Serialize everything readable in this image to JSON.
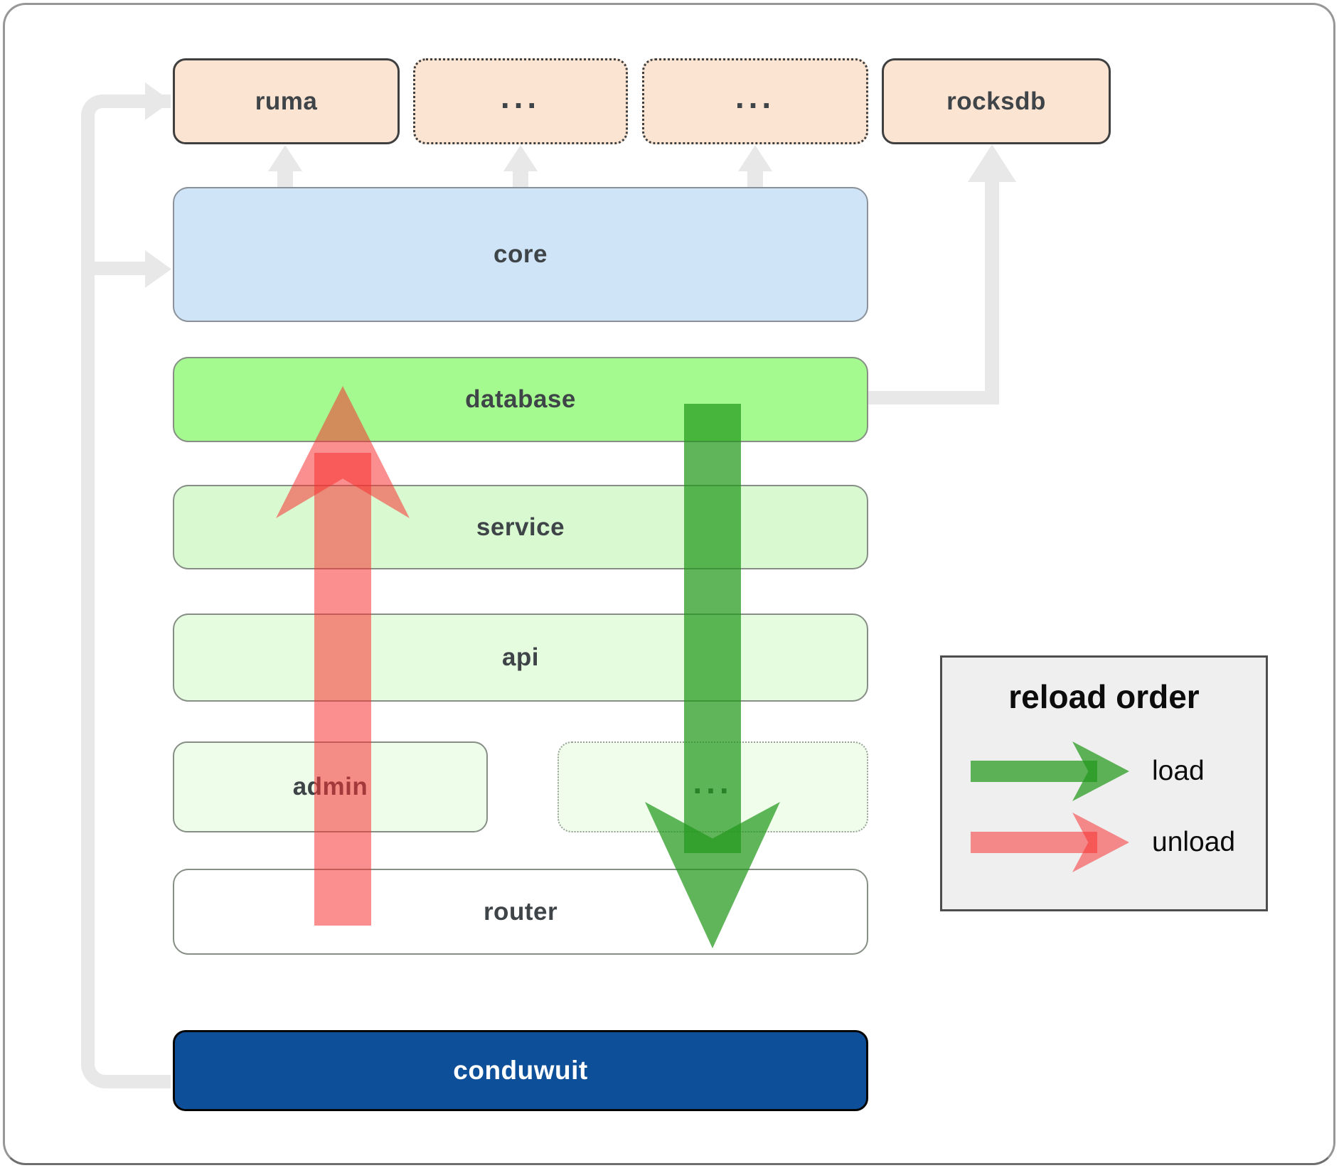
{
  "nodes": {
    "ruma": "ruma",
    "external_more_left": "...",
    "external_more_right": "...",
    "rocksdb": "rocksdb",
    "core": "core",
    "database": "database",
    "service": "service",
    "api": "api",
    "admin": "admin",
    "admin_more": "...",
    "router": "router",
    "conduwuit": "conduwuit"
  },
  "legend": {
    "title": "reload order",
    "items": [
      {
        "label": "load",
        "color": "rgba(34,152,28,0.72)"
      },
      {
        "label": "unload",
        "color": "rgba(248,49,49,0.55)"
      }
    ]
  },
  "colors": {
    "external_fill": "#fce4d2",
    "external_border": "#3f3f3f",
    "core_fill": "#d0e4f7",
    "database_fill": "#a4fa8f",
    "service_fill": "#d9fad0",
    "api_fill": "#e6fcde",
    "admin_fill": "#eefdea",
    "router_fill": "#ffffff",
    "conduwuit_fill": "#0e4f99",
    "box_border": "#868e86",
    "node_text": "#3e4448",
    "connector": "#e8e8e8",
    "load_green": "rgba(34,152,28,0.72)",
    "unload_red": "rgba(248,49,49,0.55)",
    "legend_bg": "#efefef",
    "legend_border": "#4d4d4d"
  }
}
